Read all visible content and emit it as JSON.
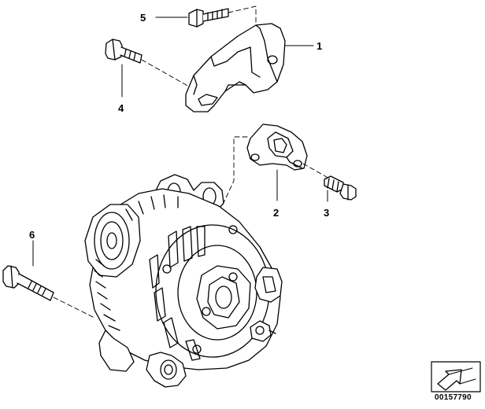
{
  "diagram": {
    "callouts": {
      "c1": "1",
      "c2": "2",
      "c3": "3",
      "c4": "4",
      "c5": "5",
      "c6": "6"
    },
    "part_number": "00157790",
    "icons": [
      "hex-bolt-icon",
      "bracket-icon",
      "flange-icon",
      "alternator-icon",
      "stamp-arrow-icon"
    ]
  }
}
